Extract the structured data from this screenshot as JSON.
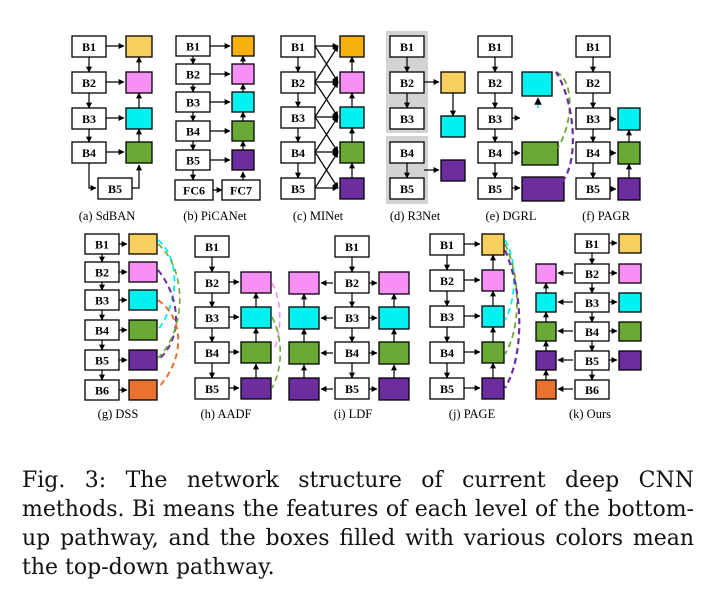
{
  "colors": {
    "yellow": "#f9cf5f",
    "orange": "#f6b20b",
    "pink": "#f78ff4",
    "cyan": "#00f2f0",
    "green": "#6aa935",
    "purple": "#6e2d9e",
    "deep_orange": "#ea7230",
    "line": "#000000",
    "shade": "#d3d3d3"
  },
  "block_labels": {
    "b1": "B1",
    "b2": "B2",
    "b3": "B3",
    "b4": "B4",
    "b5": "B5",
    "b6": "B6",
    "fc6": "FC6",
    "fc7": "FC7"
  },
  "panels": [
    {
      "id": "a",
      "label": "(a) SdBAN"
    },
    {
      "id": "b",
      "label": "(b) PiCANet"
    },
    {
      "id": "c",
      "label": "(c) MINet"
    },
    {
      "id": "d",
      "label": "(d) R3Net"
    },
    {
      "id": "e",
      "label": "(e) DGRL"
    },
    {
      "id": "f",
      "label": "(f) PAGR"
    },
    {
      "id": "g",
      "label": "(g) DSS"
    },
    {
      "id": "h",
      "label": "(h) AADF"
    },
    {
      "id": "i",
      "label": "(i) LDF"
    },
    {
      "id": "j",
      "label": "(j) PAGE"
    },
    {
      "id": "k",
      "label": "(k) Ours"
    }
  ],
  "caption": "Fig. 3: The network structure of current deep CNN methods. Bi means the features of each level of the bottom-up pathway, and the boxes filled with various colors mean the top-down pathway."
}
